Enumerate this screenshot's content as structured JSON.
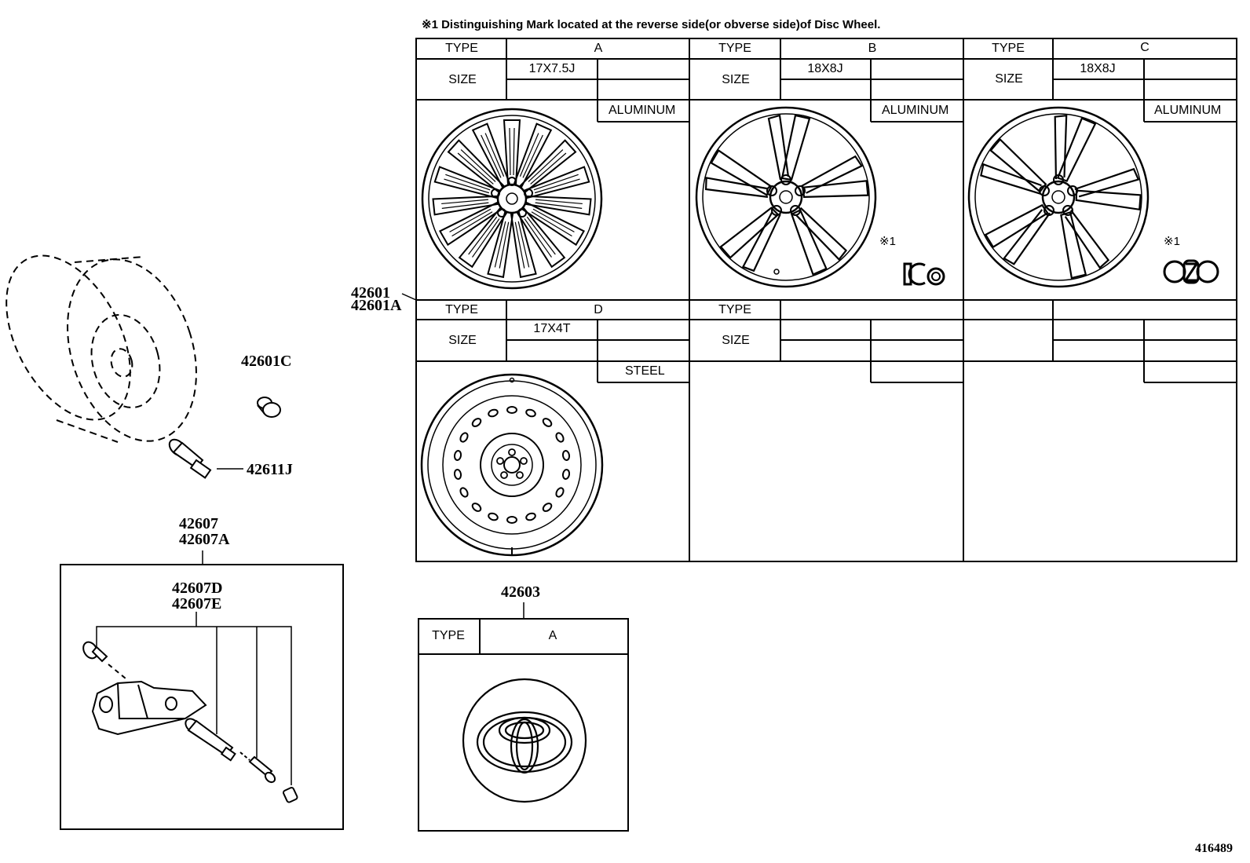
{
  "note": "※1 Distinguishing Mark located at the reverse side(or obverse side)of Disc Wheel.",
  "labels": {
    "type": "TYPE",
    "size": "SIZE",
    "mark": "※1"
  },
  "wheel_table": [
    {
      "type": "A",
      "size": "17X7.5J",
      "material": "ALUMINUM"
    },
    {
      "type": "B",
      "size": "18X8J",
      "material": "ALUMINUM"
    },
    {
      "type": "C",
      "size": "18X8J",
      "material": "ALUMINUM"
    },
    {
      "type": "D",
      "size": "17X4T",
      "material": "STEEL"
    },
    {
      "type": "",
      "size": "",
      "material": ""
    },
    {
      "type": "",
      "size": "",
      "material": ""
    }
  ],
  "cap_table": {
    "type": "A"
  },
  "part_numbers": {
    "wheel": "42601",
    "wheel_alt": "42601A",
    "cap": "42601C",
    "valve": "42611J",
    "sensor": "42607",
    "sensor_alt": "42607A",
    "sensor_sub": "42607D",
    "sensor_sub_alt": "42607E",
    "center_cap": "42603"
  },
  "diagram_id": "416489"
}
